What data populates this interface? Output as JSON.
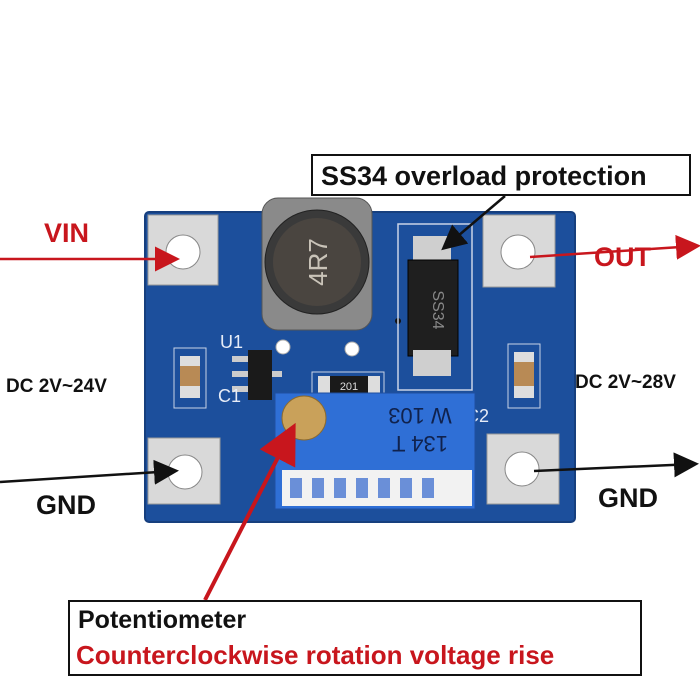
{
  "labels": {
    "vin": "VIN",
    "out": "OUT",
    "gnd_left": "GND",
    "gnd_right": "GND",
    "dc_in": "DC 2V~24V",
    "dc_out": "DC 2V~28V"
  },
  "callouts": {
    "diode": "SS34 overload protection",
    "pot_title": "Potentiometer",
    "pot_desc": "Counterclockwise rotation voltage rise"
  },
  "board_markings": {
    "inductor": "4R7",
    "u1": "U1",
    "c1": "C1",
    "c2": "C2",
    "r201": "201",
    "pot_line1": "W 103",
    "pot_line2": "134 T",
    "diode": "SS34"
  },
  "colors": {
    "accent_red": "#c8161d",
    "pcb_blue": "#1c4f9c",
    "pot_blue": "#2f6fd6",
    "pad_silver": "#d9d9d9"
  }
}
